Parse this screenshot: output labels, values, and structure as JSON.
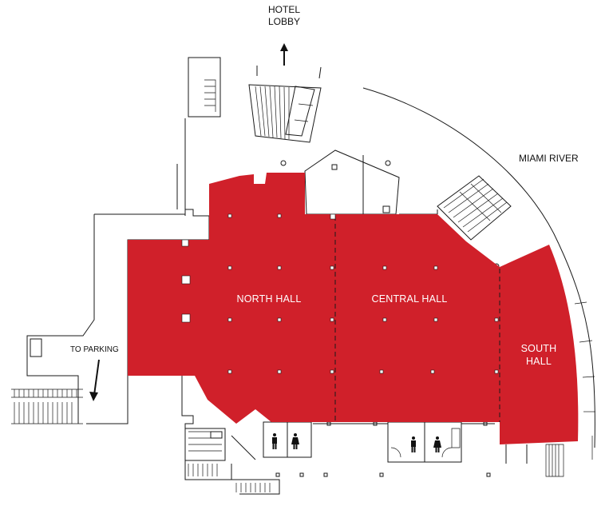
{
  "map": {
    "labels": {
      "hotel_lobby_line1": "HOTEL",
      "hotel_lobby_line2": "LOBBY",
      "miami_river": "MIAMI RIVER",
      "to_parking": "TO PARKING"
    },
    "halls": [
      {
        "id": "north",
        "lines": [
          "NORTH HALL"
        ]
      },
      {
        "id": "central",
        "lines": [
          "CENTRAL HALL"
        ]
      },
      {
        "id": "south",
        "lines": [
          "SOUTH",
          "HALL"
        ]
      }
    ],
    "icons": [
      "arrow-up-icon",
      "arrow-down-icon",
      "restroom-icon"
    ],
    "colors": {
      "hall_fill": "#d0202a",
      "line": "#1a1a1a",
      "background": "#ffffff",
      "hall_text": "#ffffff"
    }
  }
}
